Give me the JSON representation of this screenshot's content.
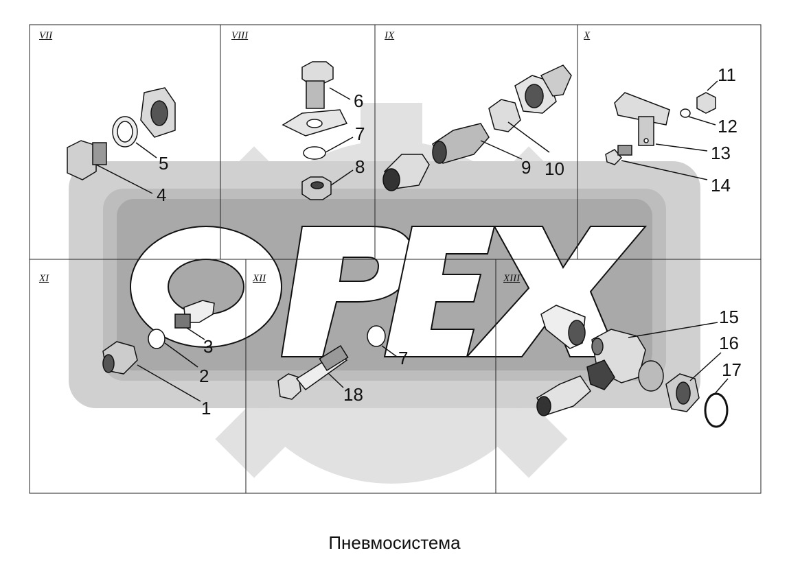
{
  "watermark": "OPEX",
  "panels": [
    {
      "id": "VII",
      "label": "VII"
    },
    {
      "id": "VIII",
      "label": "VIII"
    },
    {
      "id": "IX",
      "label": "IX"
    },
    {
      "id": "X",
      "label": "X"
    },
    {
      "id": "XI",
      "label": "XI"
    },
    {
      "id": "XII",
      "label": "XII"
    },
    {
      "id": "XIII",
      "label": "XIII"
    }
  ],
  "callouts": [
    "1",
    "2",
    "3",
    "4",
    "5",
    "6",
    "7",
    "8",
    "9",
    "10",
    "11",
    "12",
    "13",
    "14",
    "15",
    "16",
    "17",
    "18",
    "7"
  ],
  "caption": "Пневмосистема"
}
